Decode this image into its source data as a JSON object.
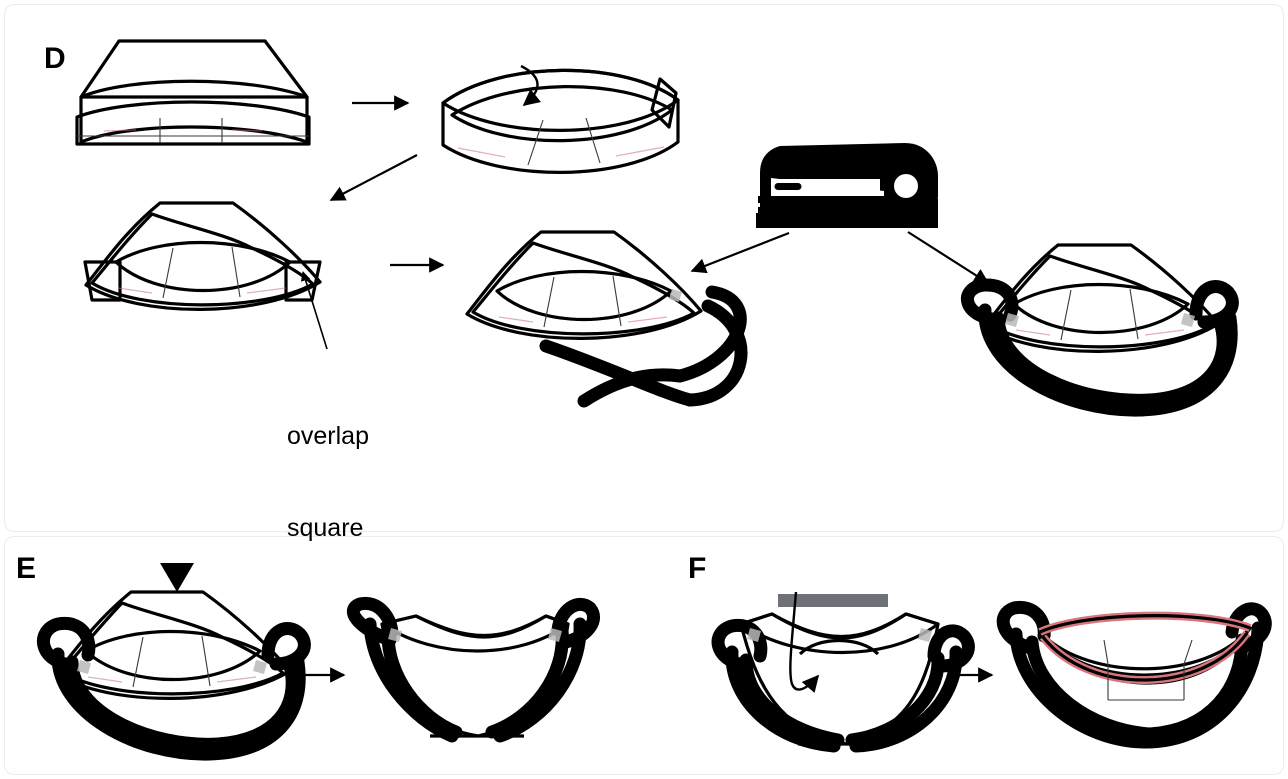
{
  "figure": {
    "type": "scientific-illustration",
    "subject": "improvised surgical mask assembly steps",
    "background_color": "#ffffff"
  },
  "palette": {
    "mask_outer_salmon": "#f0807f",
    "mask_inner_pink": "#fadde0",
    "mask_light_pink": "#fbd8db",
    "overlap_square_maroon": "#9e4a4a",
    "outline_black": "#000000",
    "nose_wire_gray": "#6e7278",
    "staple_gray": "#b0b0b0",
    "card_border": "#ececec"
  },
  "panels": [
    {
      "id": "D",
      "label": "D",
      "annotations": [
        {
          "name": "overlap-square",
          "line1": "overlap",
          "line2": "square"
        }
      ],
      "steps": [
        {
          "name": "folded-flat-mask",
          "description": "flat folded mask, top view"
        },
        {
          "name": "opened-oval-mask",
          "description": "mask opened into oval with curved fold arrow"
        },
        {
          "name": "fan-folded-mask",
          "description": "fan shaped mask with two dark overlap squares"
        },
        {
          "name": "mask-one-loop",
          "description": "mask with one ear loop cord attached"
        },
        {
          "name": "mask-two-loops",
          "description": "mask with both ear loops stapled"
        }
      ],
      "tools": [
        {
          "name": "stapler",
          "description": "black stapler silhouette"
        }
      ]
    },
    {
      "id": "E",
      "label": "E",
      "steps": [
        {
          "name": "mask-with-loops-marker",
          "description": "mask with ear loops and downward triangle marker at top center"
        },
        {
          "name": "opened-mask",
          "description": "mask opened out showing pink interior"
        }
      ],
      "markers": [
        {
          "name": "down-triangle-marker",
          "shape": "filled-down-triangle"
        }
      ]
    },
    {
      "id": "F",
      "label": "F",
      "steps": [
        {
          "name": "mask-nose-wire-insert",
          "description": "nose wire bar being inserted into top hem of mask"
        },
        {
          "name": "finished-mask",
          "description": "finished mask with nose wire and ear loops"
        }
      ],
      "parts": [
        {
          "name": "nose-wire-bar",
          "color": "#6e7278",
          "description": "gray rectangular nose wire strip"
        }
      ]
    }
  ],
  "labels": {
    "panel_d": "D",
    "panel_e": "E",
    "panel_f": "F",
    "overlap_line1": "overlap",
    "overlap_line2": "square"
  }
}
